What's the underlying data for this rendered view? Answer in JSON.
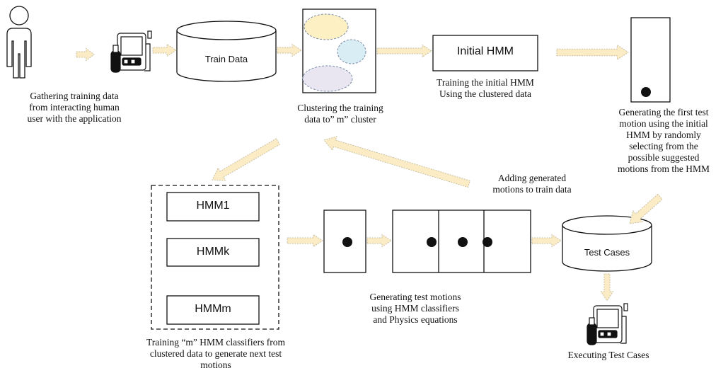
{
  "colors": {
    "arrow_fill": "#fbecc5",
    "arrow_stroke": "#c9c0a3",
    "line": "#111111",
    "cluster_a": "#fdf1c4",
    "cluster_b": "#d9eef4",
    "cluster_c": "#e9e6f2"
  },
  "icons": [
    "person-icon",
    "tablet-device-icon",
    "database-cylinder-icon",
    "motion-dot-icon"
  ],
  "nodes": {
    "train_data": "Train Data",
    "initial_hmm": "Initial HMM",
    "hmm1": "HMM1",
    "hmmk": "HMMk",
    "hmmm": "HMMm",
    "test_cases": "Test Cases"
  },
  "captions": {
    "gathering": [
      "Gathering training data",
      "from interacting human",
      "user with the application"
    ],
    "clustering": [
      "Clustering the training",
      "data to” m” cluster"
    ],
    "training_initial": [
      "Training the initial HMM",
      "Using the clustered data"
    ],
    "generating_first": [
      "Generating the first test",
      "motion using the initial",
      "HMM by randomly",
      "selecting from the",
      "possible suggested",
      "motions from the HMM"
    ],
    "adding": [
      "Adding generated",
      "motions to train data"
    ],
    "generating_test": [
      "Generating test motions",
      "using HMM classifiers",
      "and Physics equations"
    ],
    "training_m": [
      "Training “m” HMM classifiers from",
      "clustered data to generate next test",
      "motions"
    ],
    "executing": [
      "Executing Test Cases"
    ]
  }
}
